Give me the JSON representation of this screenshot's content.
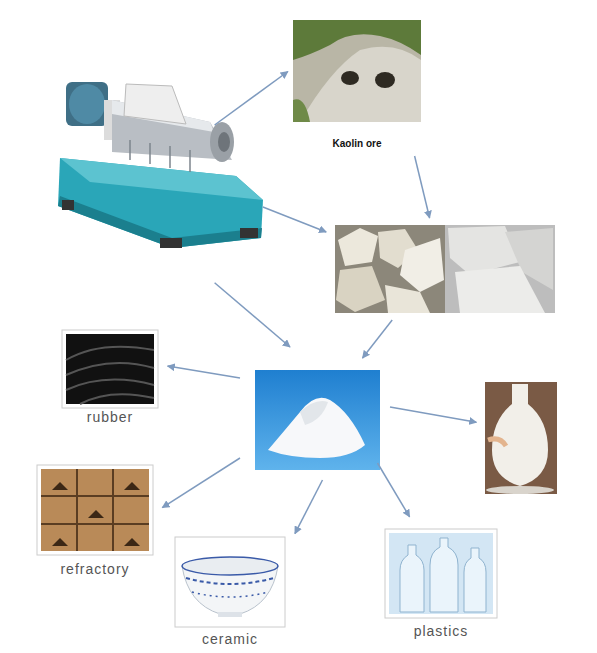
{
  "diagram": {
    "nodes": [
      {
        "text": []
      },
      {
        "text": [
          "Kaolin ore"
        ]
      },
      {
        "text": []
      },
      {
        "text": [
          "rubber"
        ]
      },
      {
        "text": []
      },
      {
        "text": []
      },
      {
        "text": [
          "refractory"
        ]
      },
      {
        "text": [
          "ceramic"
        ]
      },
      {
        "text": [
          "plastics"
        ]
      }
    ],
    "edges": [
      {
        "from": 0,
        "to": 1,
        "arrow": "to"
      },
      {
        "from": 1,
        "to": 2,
        "arrow": "to"
      },
      {
        "from": 0,
        "to": 2,
        "arrow": "to"
      },
      {
        "from": 0,
        "to": 4,
        "arrow": "to"
      },
      {
        "from": 2,
        "to": 4,
        "arrow": "to"
      },
      {
        "from": 4,
        "to": 3,
        "arrow": "to"
      },
      {
        "from": 4,
        "to": 5,
        "arrow": "to"
      },
      {
        "from": 4,
        "to": 6,
        "arrow": "to"
      },
      {
        "from": 4,
        "to": 7,
        "arrow": "to"
      },
      {
        "from": 4,
        "to": 8,
        "arrow": "to"
      }
    ]
  }
}
